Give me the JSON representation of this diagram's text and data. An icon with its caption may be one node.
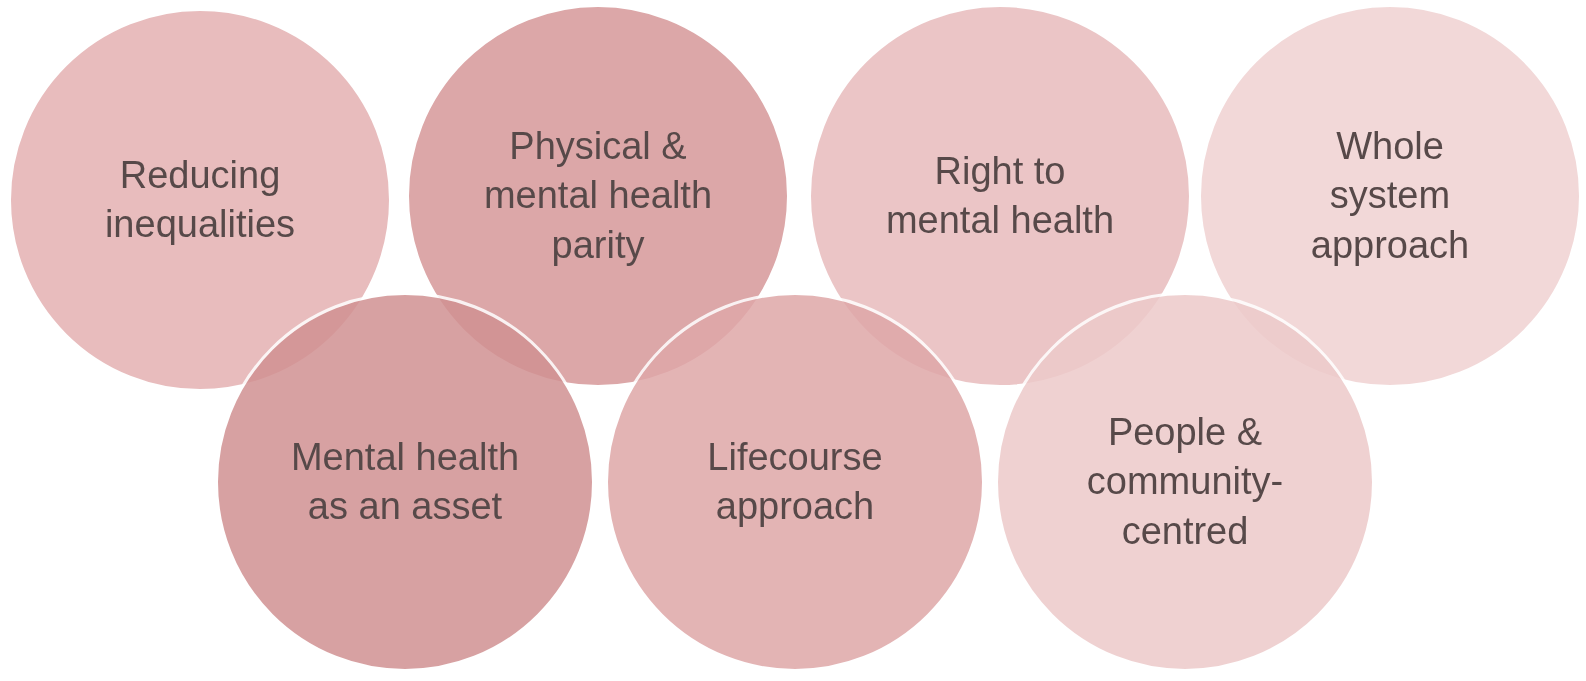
{
  "diagram": {
    "nodes": [
      {
        "text": [
          "Reducing inequalities"
        ]
      },
      {
        "text": [
          "Physical & mental health parity"
        ]
      },
      {
        "text": [
          "Right to mental health"
        ]
      },
      {
        "text": [
          "Whole system approach"
        ]
      },
      {
        "text": [
          "Mental health as an asset"
        ]
      },
      {
        "text": [
          "Lifecourse approach"
        ]
      },
      {
        "text": [
          "People & community-centred"
        ]
      }
    ]
  }
}
